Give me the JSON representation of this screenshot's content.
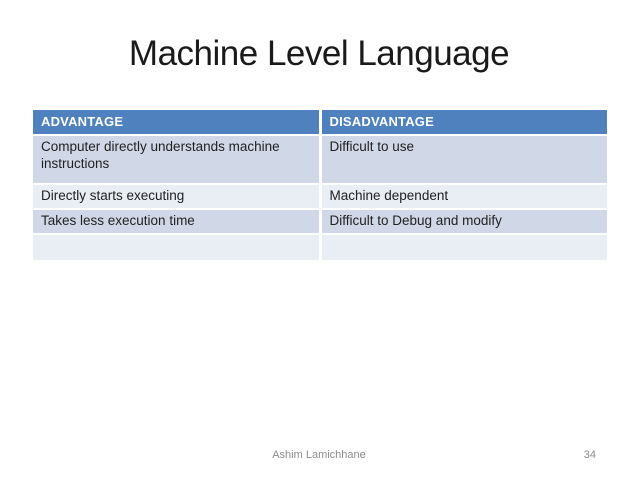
{
  "slide": {
    "title": "Machine Level Language",
    "footer": "Ashim Lamichhane",
    "slide_number": "34"
  },
  "table": {
    "columns": [
      "ADVANTAGE",
      "DISADVANTAGE"
    ],
    "rows": [
      [
        "Computer directly understands machine instructions",
        "Difficult to use"
      ],
      [
        "Directly starts executing",
        "Machine dependent"
      ],
      [
        "Takes less execution time",
        "Difficult to Debug and modify"
      ],
      [
        "",
        ""
      ]
    ],
    "colors": {
      "header_bg": "#4e81bd",
      "header_text": "#ffffff",
      "band_dark": "#d0d8e8",
      "band_light": "#e9edf4",
      "cell_text": "#212121",
      "title_text": "#1a1a1a",
      "footer_text": "#8d8d8d",
      "slide_bg": "#ffffff"
    }
  }
}
